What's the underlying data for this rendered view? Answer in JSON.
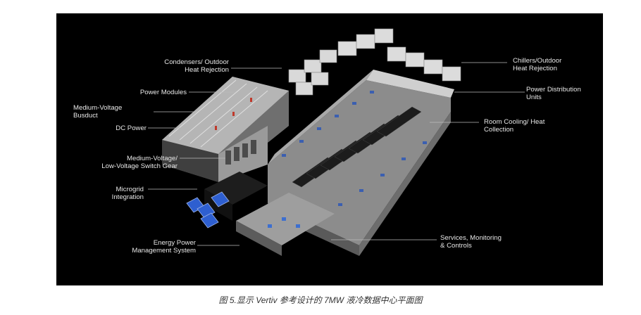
{
  "labels_left": [
    {
      "id": "condensers",
      "text": "Condensers/ Outdoor\nHeat Rejection"
    },
    {
      "id": "power-modules",
      "text": "Power Modules"
    },
    {
      "id": "mv-busduct",
      "text": "Medium-Voltage\nBusduct"
    },
    {
      "id": "dc-power",
      "text": "DC Power"
    },
    {
      "id": "switch-gear",
      "text": "Medium-Voltage/\nLow-Voltage Switch Gear"
    },
    {
      "id": "microgrid",
      "text": "Microgrid\nIntegration"
    },
    {
      "id": "energy-mgmt",
      "text": "Energy Power\nManagement System"
    }
  ],
  "labels_right": [
    {
      "id": "chillers",
      "text": "Chillers/Outdoor\nHeat Rejection"
    },
    {
      "id": "pdu",
      "text": "Power Distribution\nUnits"
    },
    {
      "id": "room-cooling",
      "text": "Room Cooling/ Heat\nCollection"
    },
    {
      "id": "services",
      "text": "Services, Monitoring\n& Controls"
    }
  ],
  "caption": "图 5.显示 Vertiv 参考设计的 7MW 液冷数据中心平面图",
  "colors": {
    "background": "#000000",
    "floor": "#8a8a8a",
    "wall": "#bdbdbd",
    "rack": "#1a1a1a",
    "accent": "#3b5fb0",
    "solar": "#2e5fd0"
  }
}
